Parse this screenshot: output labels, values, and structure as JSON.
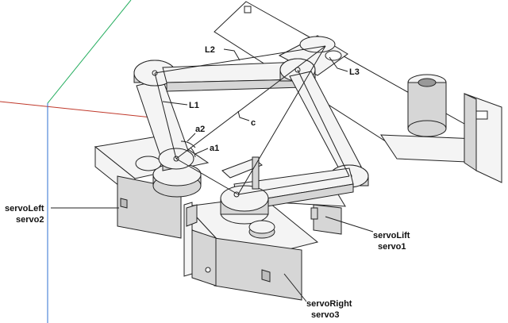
{
  "labels": {
    "l1": "L1",
    "l2": "L2",
    "l3": "L3",
    "c": "c",
    "a1": "a1",
    "a2": "a2",
    "servo_left_a": "servoLeft",
    "servo_left_b": "servo2",
    "servo_lift_a": "servoLift",
    "servo_lift_b": "servo1",
    "servo_right_a": "servoRight",
    "servo_right_b": "servo3"
  },
  "colors": {
    "axis_red": "#c0392b",
    "axis_green": "#27ae60",
    "axis_blue": "#2e6fd1"
  }
}
